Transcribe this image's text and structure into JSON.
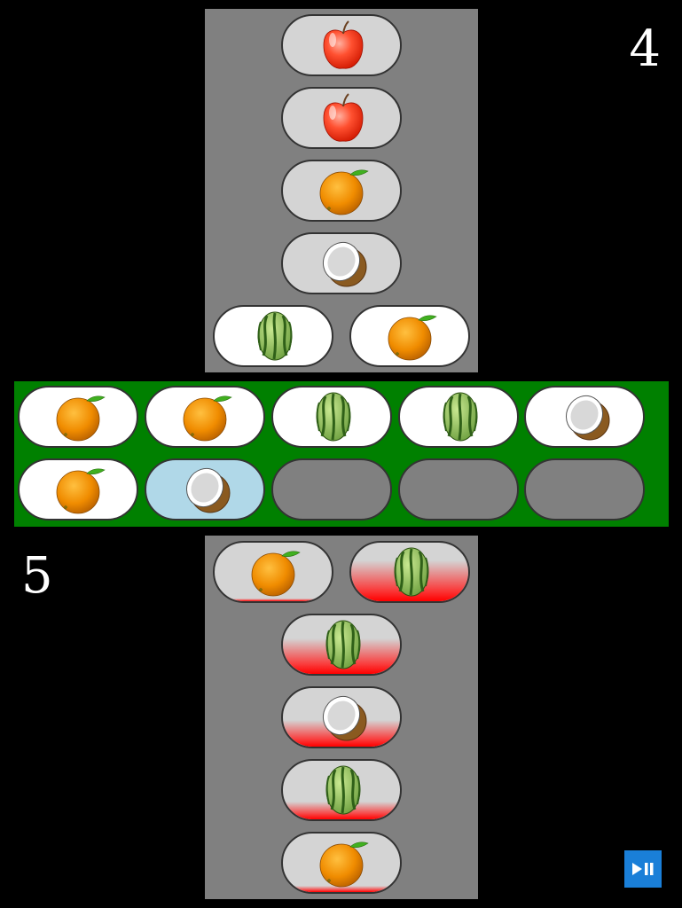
{
  "scores": {
    "top": "4",
    "bottom": "5"
  },
  "colors": {
    "board": "#008000",
    "panel": "#808080",
    "selected": "#b0d8e8",
    "button": "#1a7fd8"
  },
  "top_player": {
    "tray": [
      "apple",
      "apple",
      "orange",
      "coconut",
      "watermelon",
      "orange"
    ]
  },
  "board": {
    "row1": [
      "orange",
      "orange",
      "watermelon",
      "watermelon",
      "coconut"
    ],
    "row2": [
      "orange",
      "coconut",
      "empty",
      "empty",
      "empty"
    ],
    "selected_cell": "row2-2"
  },
  "bottom_player": {
    "tray": [
      {
        "fruit": "orange",
        "timer_fill": 0.05
      },
      {
        "fruit": "watermelon",
        "timer_fill": 0.7
      },
      {
        "fruit": "watermelon",
        "timer_fill": 0.6
      },
      {
        "fruit": "coconut",
        "timer_fill": 0.45
      },
      {
        "fruit": "watermelon",
        "timer_fill": 0.3
      },
      {
        "fruit": "orange",
        "timer_fill": 0.1
      }
    ]
  },
  "controls": {
    "play_pause_icon": "play-pause-icon"
  }
}
